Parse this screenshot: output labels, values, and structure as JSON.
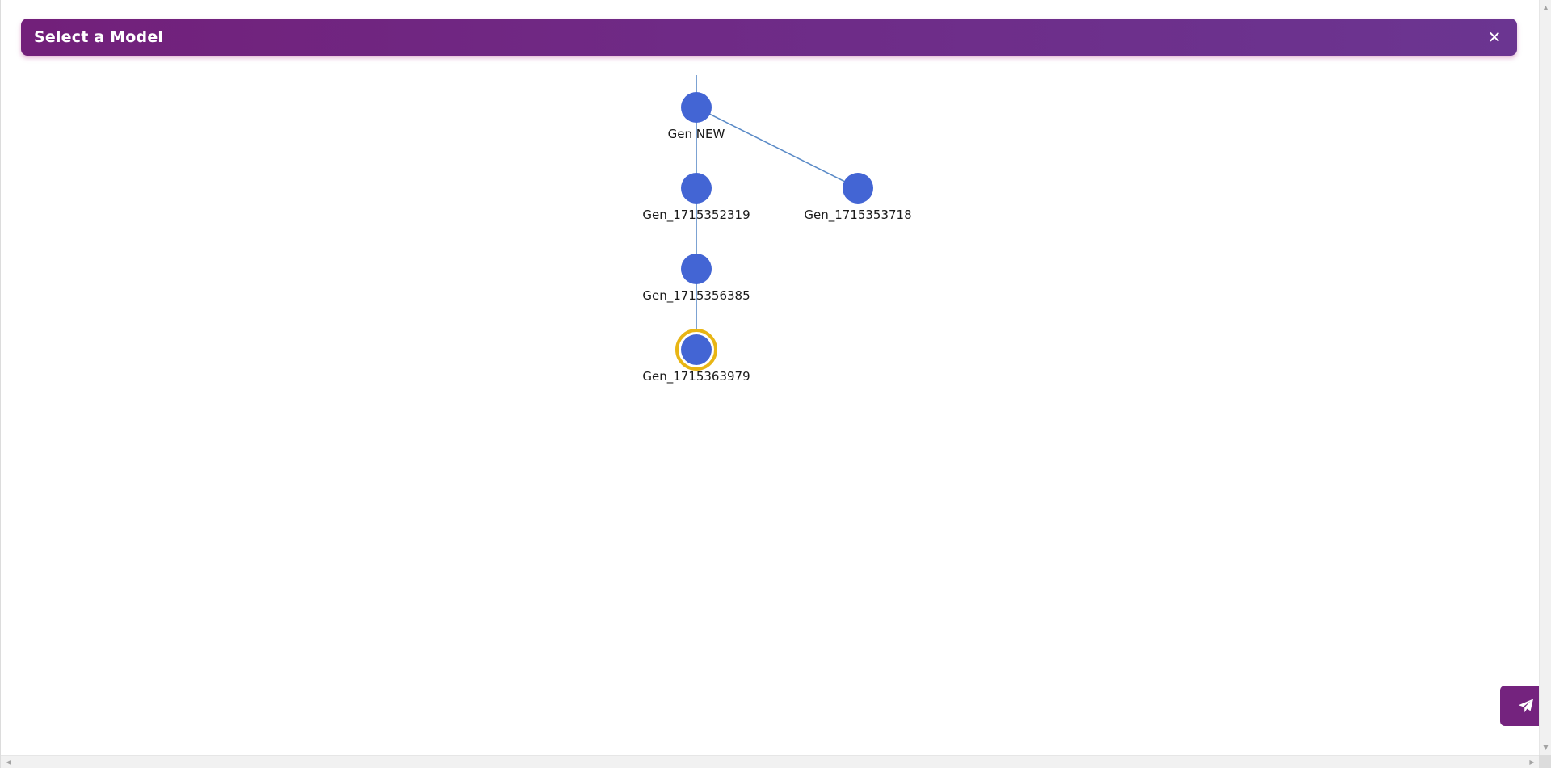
{
  "modal": {
    "title": "Select a Model",
    "close_glyph": "✕"
  },
  "colors": {
    "header_start": "#72207a",
    "header_end": "#6b3591",
    "node_fill": "#4365d4",
    "edge_stroke": "#5b8bc7",
    "selected_ring": "#e8b514",
    "send_button_bg": "#74237e"
  },
  "tree": {
    "nodes": [
      {
        "id": "gen_new",
        "label": "Gen NEW",
        "selected": false
      },
      {
        "id": "gen_1715352319",
        "label": "Gen_1715352319",
        "selected": false
      },
      {
        "id": "gen_1715353718",
        "label": "Gen_1715353718",
        "selected": false
      },
      {
        "id": "gen_1715356385",
        "label": "Gen_1715356385",
        "selected": false
      },
      {
        "id": "gen_1715363979",
        "label": "Gen_1715363979",
        "selected": true
      }
    ],
    "edges": [
      {
        "from": "gen_new",
        "to": "gen_1715352319"
      },
      {
        "from": "gen_new",
        "to": "gen_1715353718"
      },
      {
        "from": "gen_1715352319",
        "to": "gen_1715356385"
      },
      {
        "from": "gen_1715356385",
        "to": "gen_1715363979"
      }
    ],
    "root_has_parent": true
  },
  "send_button": {
    "icon": "paper-plane-icon"
  },
  "scrollbars": {
    "up_arrow": "▲",
    "down_arrow": "▼",
    "left_arrow": "◀",
    "right_arrow": "▶"
  }
}
